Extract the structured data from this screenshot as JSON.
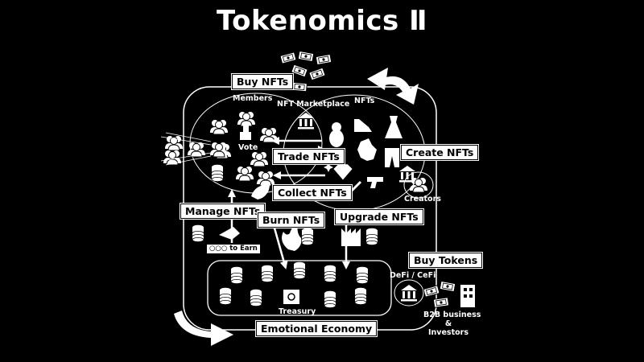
{
  "title": "Tokenomics Ⅱ",
  "labels": {
    "buy_nfts": "Buy NFTs",
    "trade_nfts": "Trade NFTs",
    "create_nfts": "Create NFTs",
    "collect_nfts": "Collect NFTs",
    "manage_nfts": "Manage NFTs",
    "burn_nfts": "Burn NFTs",
    "upgrade_nfts": "Upgrade NFTs",
    "buy_tokens": "Buy Tokens",
    "emotional_economy": "Emotional Economy",
    "to_earn": "○○○ to Earn"
  },
  "captions": {
    "members": "Members",
    "nft_marketplace": "NFT Marketplace",
    "nfts": "NFTs",
    "vote": "Vote",
    "creators": "Creators",
    "defi_cefi": "DeFi / CeFi",
    "treasury": "Treasury",
    "b2b_line1": "B2B business",
    "b2b_line2": "&",
    "b2b_line3": "Investors"
  },
  "colors": {
    "background": "#000000",
    "foreground": "#ffffff"
  },
  "icons": [
    "people-icon",
    "cash-icon",
    "coin-stack-icon",
    "bank-icon",
    "sneaker-icon",
    "dress-icon",
    "pants-icon",
    "beaver-icon",
    "monster-icon",
    "dinosaur-icon",
    "diamond-icon",
    "gun-icon",
    "sword-icon",
    "fire-icon",
    "factory-icon",
    "safe-icon",
    "building-icon",
    "hand-icon",
    "refresh-arrow-icon",
    "sparkle-icon"
  ]
}
